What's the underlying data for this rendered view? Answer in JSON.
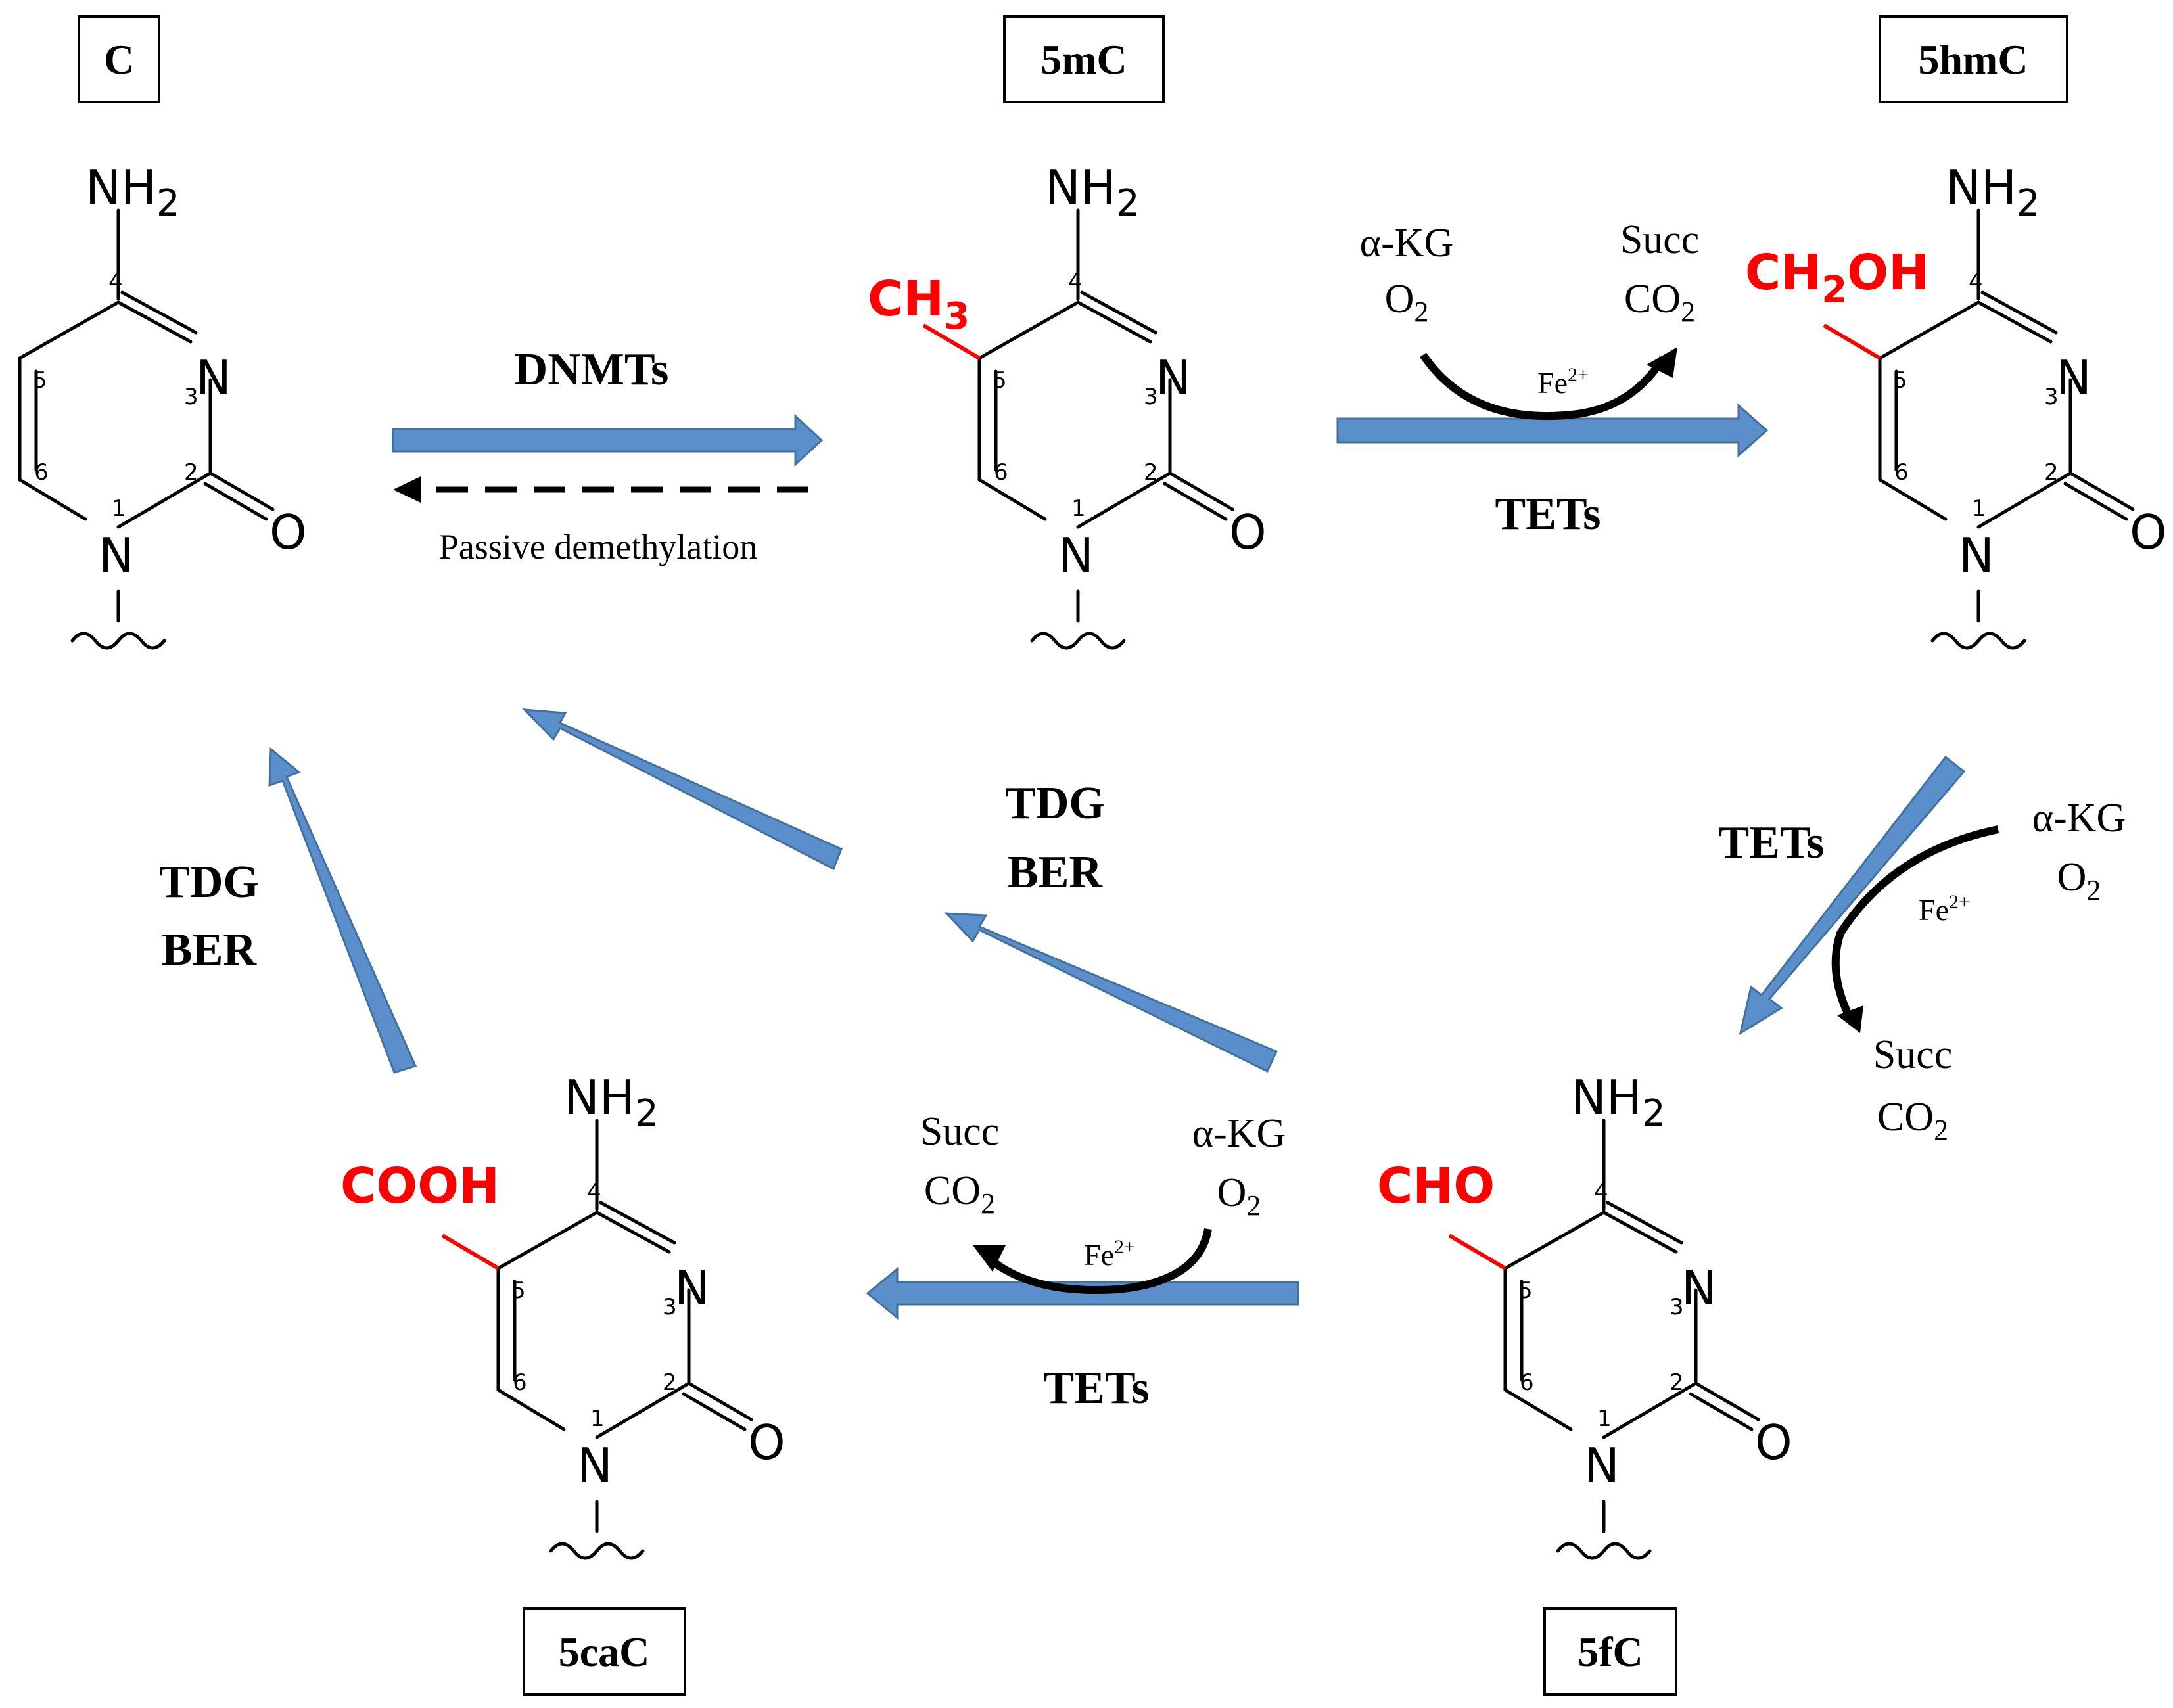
{
  "labels": {
    "c": "C",
    "fivemc": "5mC",
    "fivehmc": "5hmC",
    "fivecac": "5caC",
    "fivefc": "5fC"
  },
  "substituents": {
    "ch3": "CH",
    "ch3_sub": "3",
    "ch2oh_a": "CH",
    "ch2oh_sub": "2",
    "ch2oh_b": "OH",
    "cooh": "COOH",
    "cho": "CHO"
  },
  "atoms": {
    "nh": "NH",
    "nh_sub": "2",
    "n": "N",
    "o": "O",
    "ring_numbers": [
      "1",
      "2",
      "3",
      "4",
      "5",
      "6"
    ]
  },
  "enzymes": {
    "dnmts": "DNMTs",
    "passive": "Passive demethylation",
    "tets": "TETs",
    "tdg": "TDG",
    "ber": "BER"
  },
  "cofactors": {
    "akg": "α-KG",
    "o2_base": "O",
    "o2_sub": "2",
    "succ": "Succ",
    "co2_base": "CO",
    "co2_sub": "2",
    "fe_base": "Fe",
    "fe_sup": "2+"
  },
  "colors": {
    "arrow_fill": "#5b8fcb",
    "arrow_stroke": "#41719c",
    "substituent": "#ff0000"
  }
}
